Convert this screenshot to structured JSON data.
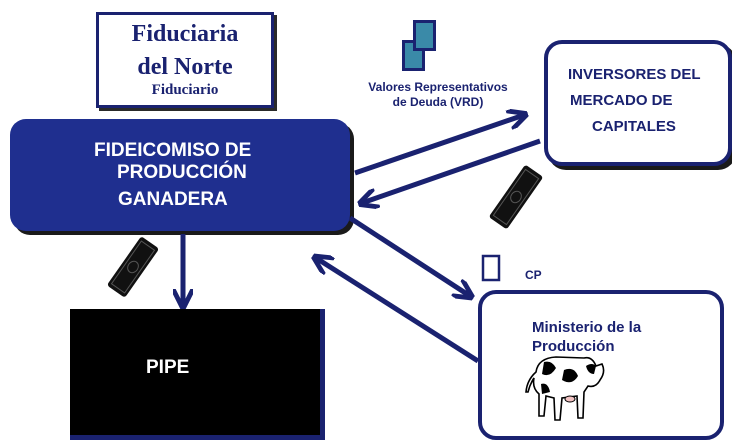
{
  "fiduciary": {
    "line1": "Fiduciaria",
    "line2": "del Norte",
    "role": "Fiduciario"
  },
  "trust": {
    "line1": "FIDEICOMISO DE",
    "line2": "PRODUCCIÓN",
    "line3": "GANADERA"
  },
  "investors": {
    "line1": "INVERSORES DEL",
    "line2": "MERCADO  DE",
    "line3": "CAPITALES"
  },
  "securities": {
    "line1": "Valores Representativos",
    "line2": "de Deuda (VRD)"
  },
  "cp_label": "CP",
  "ministry": {
    "line1": "Ministerio de la",
    "line2": "Producción"
  },
  "pipe_label": "PIPE",
  "colors": {
    "navy": "#1a2270",
    "trust_fill": "#1f2f8f",
    "document_fill": "#3a8aa8",
    "money_fill": "#111111"
  },
  "icons": [
    "document-icon",
    "money-icon",
    "cow-icon"
  ]
}
